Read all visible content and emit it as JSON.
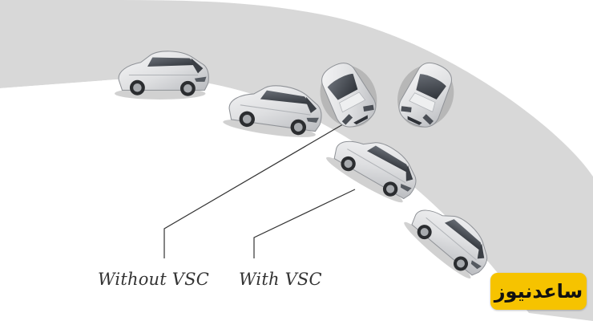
{
  "labels": {
    "without_vsc": "Without VSC",
    "with_vsc": "With VSC"
  },
  "watermark": {
    "text": "ساعدنیوز",
    "color": "#f6c300"
  },
  "colors": {
    "road": "#d9d9d9",
    "car_body": "#e4e5e7",
    "leader_line": "#333333"
  },
  "icons": [
    "car-icon"
  ]
}
